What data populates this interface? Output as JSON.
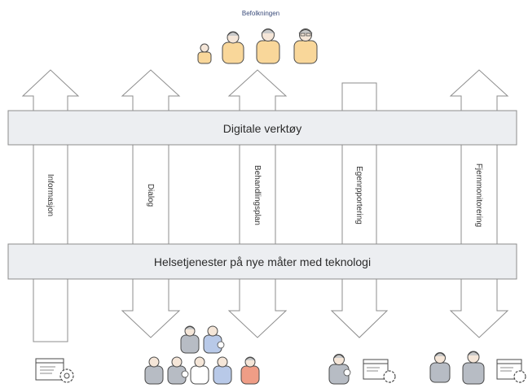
{
  "title": "Befolkningen",
  "bars": {
    "top": "Digitale verktøy",
    "bottom": "Helsetjenester på nye måter med teknologi"
  },
  "columns": [
    {
      "label": "Informasjon"
    },
    {
      "label": "Dialog"
    },
    {
      "label": "Behandlingsplan"
    },
    {
      "label": "Egenrpportering"
    },
    {
      "label": "Fjernmonitorering"
    }
  ],
  "colors": {
    "stroke": "#8c8c8c",
    "bar_fill": "#eceef1",
    "person_yellow": "#f9d79a",
    "person_grey": "#b7bcc4",
    "person_blue": "#b8c9e8",
    "person_orange": "#ef9d86",
    "person_white": "#ffffff",
    "skin": "#f5e6d8",
    "hair": "#c9c9c9",
    "outline": "#4a4a4a"
  },
  "icons": [
    "people-group-icon",
    "settings-document-icon",
    "gear-icon"
  ]
}
